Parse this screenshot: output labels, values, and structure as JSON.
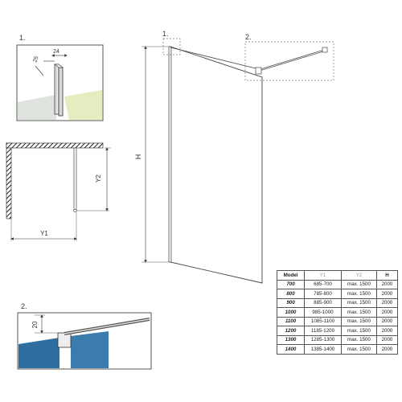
{
  "labels": {
    "callout_1_main": "1.",
    "callout_2_main": "2.",
    "detail_1_title": "1.",
    "detail_2_title": "2.",
    "height_dim": "H",
    "y1_dim": "Y1",
    "y2_dim": "Y2",
    "dim_25": "25",
    "dim_24": "24",
    "dim_20": "20"
  },
  "table": {
    "headers": [
      "Model",
      "Y1",
      "Y2",
      "H"
    ],
    "rows": [
      [
        "700",
        "685-700",
        "max. 1500",
        "2000"
      ],
      [
        "800",
        "785-800",
        "max. 1500",
        "2000"
      ],
      [
        "900",
        "885-900",
        "max. 1500",
        "2000"
      ],
      [
        "1000",
        "985-1000",
        "max. 1500",
        "2000"
      ],
      [
        "1100",
        "1085-1100",
        "max. 1500",
        "2000"
      ],
      [
        "1200",
        "1185-1200",
        "max. 1500",
        "2000"
      ],
      [
        "1300",
        "1285-1300",
        "max. 1500",
        "2000"
      ],
      [
        "1400",
        "1385-1400",
        "max. 1500",
        "2000"
      ]
    ]
  }
}
